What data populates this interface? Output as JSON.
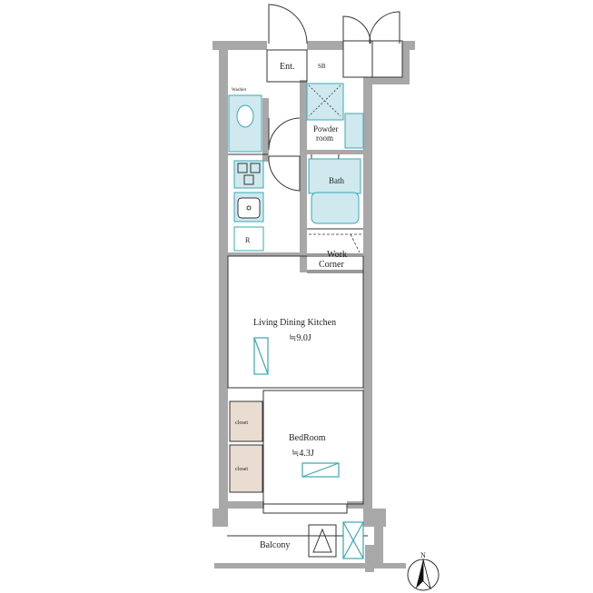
{
  "rooms": {
    "entrance": "Ent.",
    "shoe_box": "SB",
    "washlet": "Washlet",
    "powder_room_line1": "Powder",
    "powder_room_line2": "room",
    "bath": "Bath",
    "refrigerator": "R",
    "work_corner_line1": "Work",
    "work_corner_line2": "Corner",
    "ldk": "Living Dining Kitchen",
    "ldk_size": "≒9.0J",
    "closet_upper": "closet",
    "closet_lower": "closet",
    "bedroom": "BedRoom",
    "bedroom_size": "≒4.3J",
    "balcony": "Balcony"
  },
  "compass": {
    "north_label": "N"
  },
  "colors": {
    "wall": "#a8a8a8",
    "fixture_fill": "#cfe9ee",
    "fixture_stroke": "#3aa7b5",
    "closet_fill": "#e8ddd0",
    "floor_line": "#333333"
  }
}
